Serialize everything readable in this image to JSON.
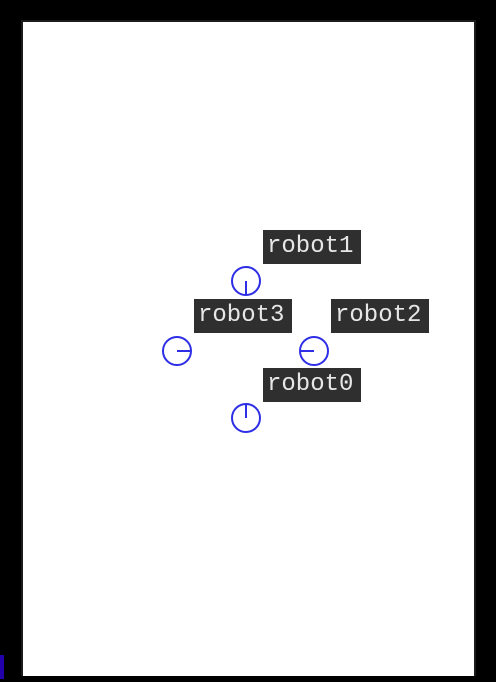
{
  "colors": {
    "frame": "#000000",
    "canvas": "#ffffff",
    "label_bg": "#2f2f2f",
    "label_text": "#e7e7e7",
    "robot_stroke": "#2e2ee6",
    "corner_mark": "#2200aa"
  },
  "robots": [
    {
      "label": "robot1",
      "icon": "robot-circle-icon",
      "heading": "down"
    },
    {
      "label": "robot3",
      "icon": "robot-circle-icon",
      "heading": "right"
    },
    {
      "label": "robot2",
      "icon": "robot-circle-icon",
      "heading": "left"
    },
    {
      "label": "robot0",
      "icon": "robot-circle-icon",
      "heading": "up"
    }
  ]
}
